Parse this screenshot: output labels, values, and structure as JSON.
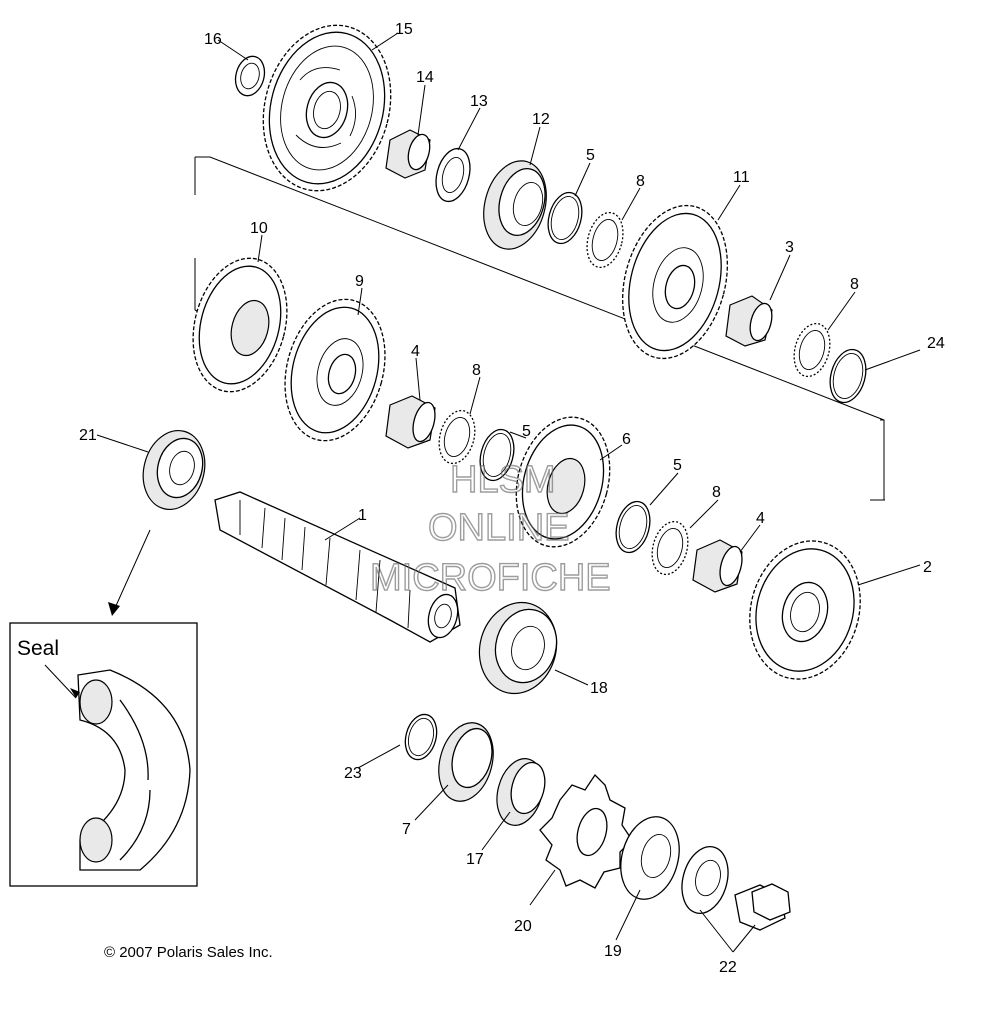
{
  "copyright": "© 2007 Polaris Sales Inc.",
  "inset": {
    "label": "Seal"
  },
  "watermark": {
    "line1": "HLSM",
    "line2": "ONLINE",
    "line3": "MICROFICHE"
  },
  "callouts": [
    "1",
    "2",
    "3",
    "4",
    "4",
    "5",
    "5",
    "5",
    "6",
    "7",
    "8",
    "8",
    "8",
    "8",
    "9",
    "10",
    "11",
    "12",
    "13",
    "14",
    "15",
    "16",
    "17",
    "18",
    "19",
    "20",
    "21",
    "22",
    "23",
    "24"
  ]
}
